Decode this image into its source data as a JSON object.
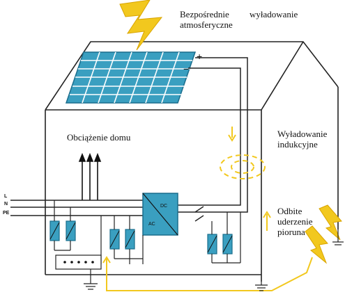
{
  "labels": {
    "direct_lightning_line1": "Bezpośrednie",
    "direct_lightning_word2": "wyładowanie",
    "direct_lightning_line2": "atmosferyczne",
    "house_load": "Obciążenie domu",
    "induced_line1": "Wyładowanie",
    "induced_line2": "indukcyjne",
    "reflected_line1": "Odbite",
    "reflected_line2": "uderzenie",
    "reflected_line3": "pioruna"
  },
  "wires": {
    "L": "L",
    "N": "N",
    "PE": "PE"
  },
  "panel_terminals": {
    "plus": "+",
    "minus": "−"
  },
  "inverter": {
    "dc": "DC",
    "ac": "AC"
  },
  "colors": {
    "lightning": "#f2c81e",
    "panel": "#3a9fc0",
    "panel_border": "#1a6d8c",
    "house": "#222222",
    "arrow": "#f2c81e"
  }
}
